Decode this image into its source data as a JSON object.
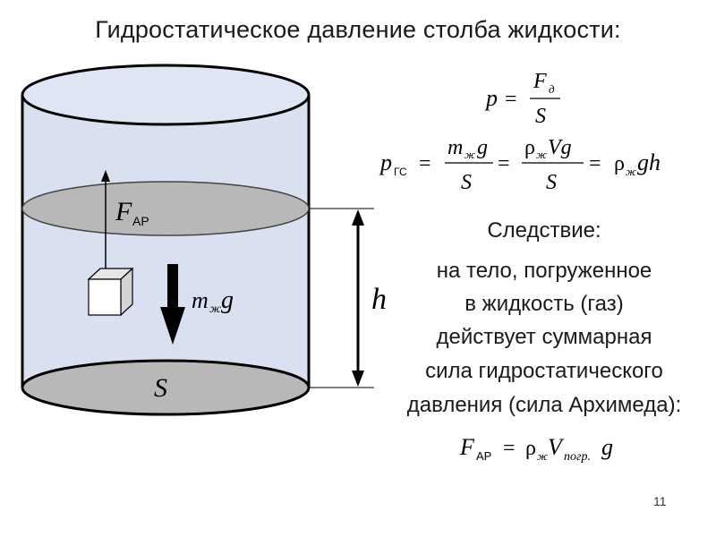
{
  "title": "Гидростатическое давление столба жидкости:",
  "diagram": {
    "force_symbol": "F",
    "force_subscript": "АР",
    "weight_mass": "m",
    "weight_subscript": "ж",
    "weight_g": "g",
    "height_label": "h",
    "area_label": "S"
  },
  "formulas": {
    "f1": {
      "lhs": "p",
      "eq": "=",
      "num": "F",
      "num_sub": "д",
      "den": "S"
    },
    "f2": {
      "p": "p",
      "p_sub": "ГС",
      "eq": "=",
      "frac1_num_m": "m",
      "frac1_num_sub": "ж",
      "frac1_num_g": "g",
      "frac1_den": "S",
      "frac2_num_rho": "ρ",
      "frac2_num_sub": "ж",
      "frac2_num_vg": "Vg",
      "frac2_den": "S",
      "rho": "ρ",
      "rho_sub": "ж",
      "gh": "gh"
    },
    "f3": {
      "F": "F",
      "F_sub": "АР",
      "eq": "=",
      "rho": "ρ",
      "rho_sub": "ж",
      "V": "V",
      "V_sub": "погр.",
      "g": "g"
    }
  },
  "consequence": {
    "title": "Следствие:",
    "lines": [
      "на тело, погруженное",
      "в жидкость (газ)",
      "действует суммарная",
      "сила гидростатического",
      "давления (сила Архимеда):"
    ]
  },
  "page_number": "11",
  "colors": {
    "cylinder_fill": "#d9e0f0",
    "surface_fill": "#b8b8b8",
    "stroke": "#000000"
  }
}
